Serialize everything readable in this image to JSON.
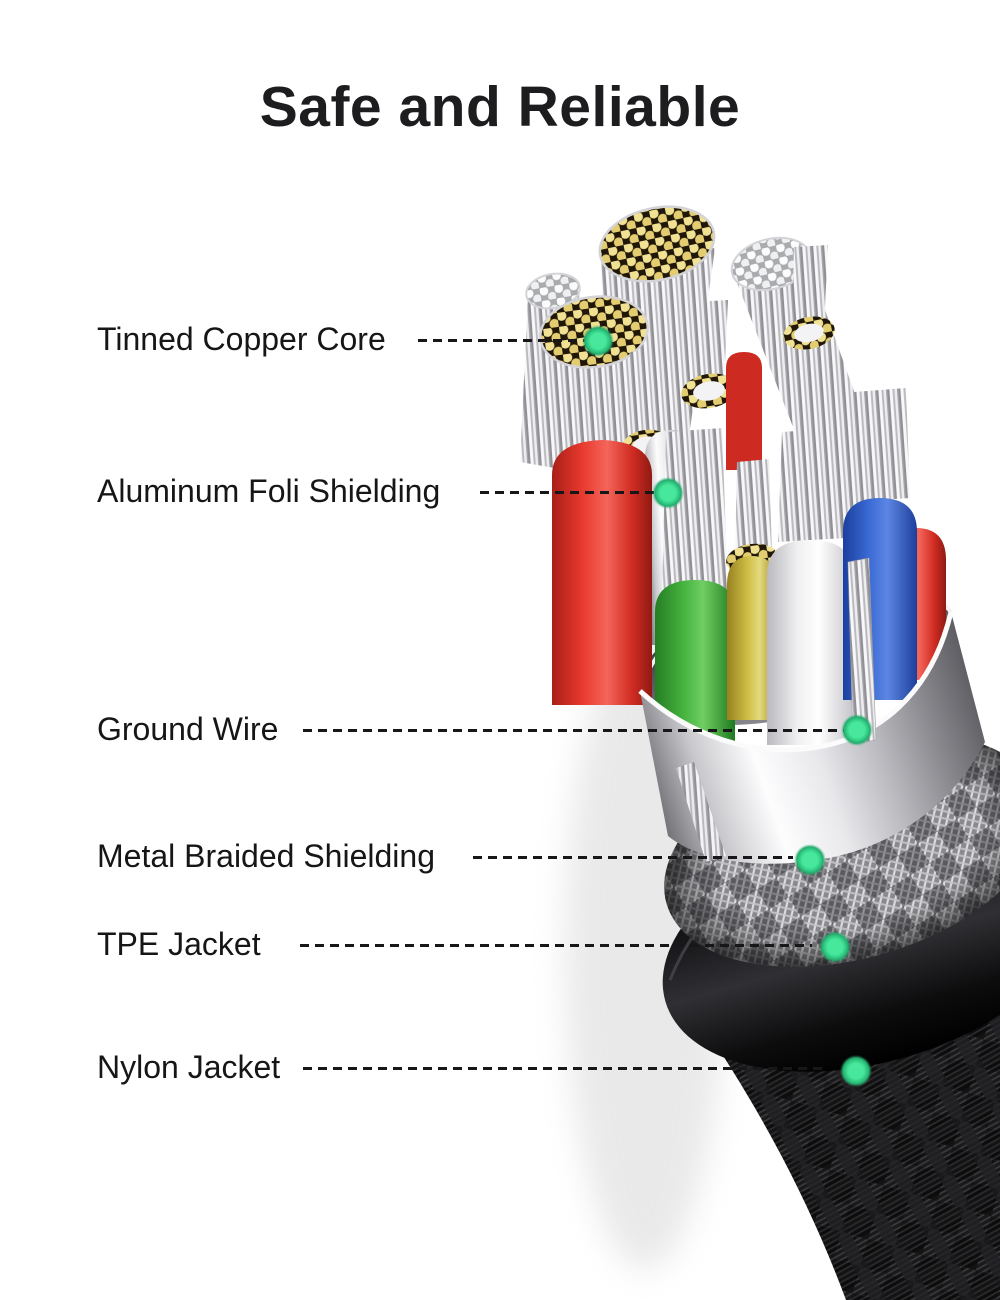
{
  "title": "Safe and Reliable",
  "labels": [
    {
      "text": "Tinned Copper Core"
    },
    {
      "text": "Aluminum Foli Shielding"
    },
    {
      "text": "Ground Wire"
    },
    {
      "text": "Metal Braided Shielding"
    },
    {
      "text": "TPE Jacket"
    },
    {
      "text": "Nylon Jacket"
    }
  ],
  "colors": {
    "accent_green": "#2ec57f",
    "text": "#161617",
    "wire_red": "#e23a2e",
    "wire_green": "#45b33e",
    "wire_yellow": "#cdbc45",
    "wire_white": "#f4f4f5",
    "wire_blue": "#3a6ad4",
    "tinned_copper": "#f1e193",
    "foil_silver": "#d9d9dc",
    "jacket_black": "#161617"
  }
}
